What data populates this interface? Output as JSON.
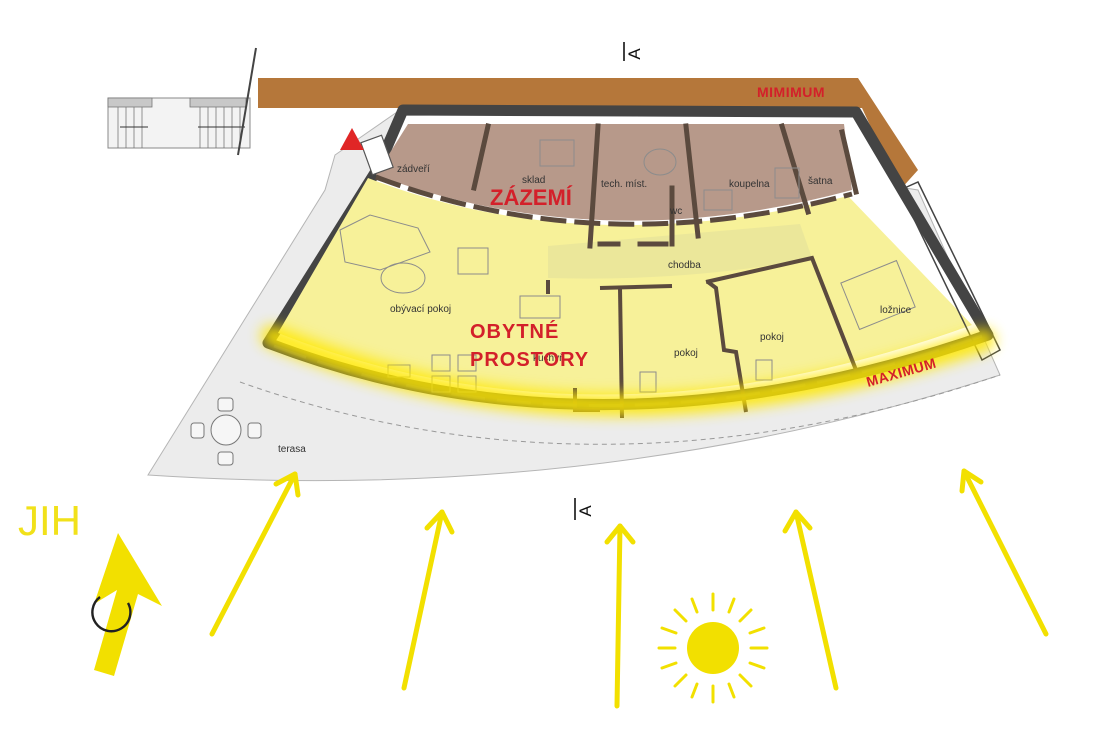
{
  "rooms": {
    "vestibule": "zádveří",
    "storage": "sklad",
    "technical_room": "tech. míst.",
    "toilet": "wc",
    "bathroom": "koupelna",
    "dressing_room": "šatna",
    "corridor": "chodba",
    "living_room": "obývací pokoj",
    "kitchen": "kuchyň",
    "room_1": "pokoj",
    "room_2": "pokoj",
    "bedroom": "ložnice",
    "terrace": "terasa"
  },
  "zones": {
    "service_line1": "ZÁZEMÍ",
    "living_line1": "OBYTNÉ",
    "living_line2": "PROSTORY"
  },
  "edge_labels": {
    "north": "MIMIMUM",
    "south": "MAXIMUM"
  },
  "section_marks": {
    "top": "A",
    "bottom": "A"
  },
  "orientation": {
    "label": "JIH"
  },
  "colors": {
    "service_zone": "#b7998a",
    "living_zone": "#f7f199",
    "corridor_band": "#ebe79a",
    "north_earth_wall": "#b5773a",
    "highlight_glow": "#ffe800",
    "sun_rays": "#f2e000",
    "zone_text": "#d3202a",
    "terrace": "#ececec"
  }
}
